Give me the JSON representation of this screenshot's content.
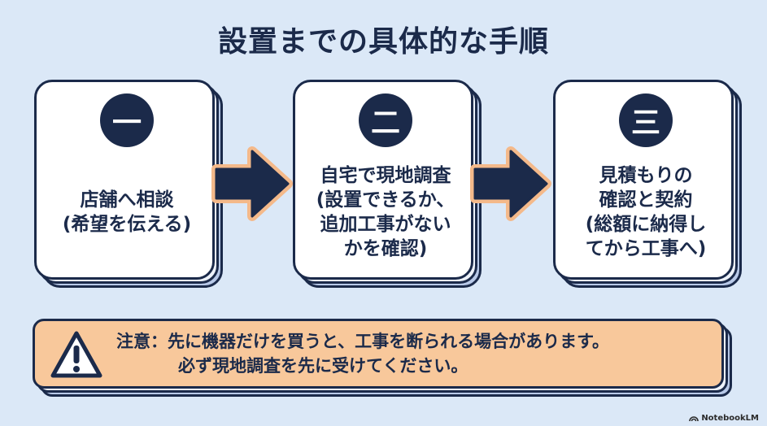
{
  "title": "設置までの具体的な手順",
  "steps": [
    {
      "number": "一",
      "lines": [
        "店舗へ相談",
        "(希望を伝える)"
      ]
    },
    {
      "number": "二",
      "lines": [
        "自宅で現地調査",
        "(設置できるか、",
        "追加工事がない",
        "かを確認)"
      ]
    },
    {
      "number": "三",
      "lines": [
        "見積もりの",
        "確認と契約",
        "(総額に納得し",
        "てから工事へ)"
      ]
    }
  ],
  "note": {
    "line1": "注意：先に機器だけを買うと、工事を断られる場合があります。",
    "line2": "必ず現地調査を先に受けてください。"
  },
  "watermark": "NotebookLM",
  "colors": {
    "background": "#dbe8f7",
    "navy": "#1b2a4a",
    "card": "#ffffff",
    "arrow_outline": "#f4b98a",
    "note": "#f8c89b"
  }
}
